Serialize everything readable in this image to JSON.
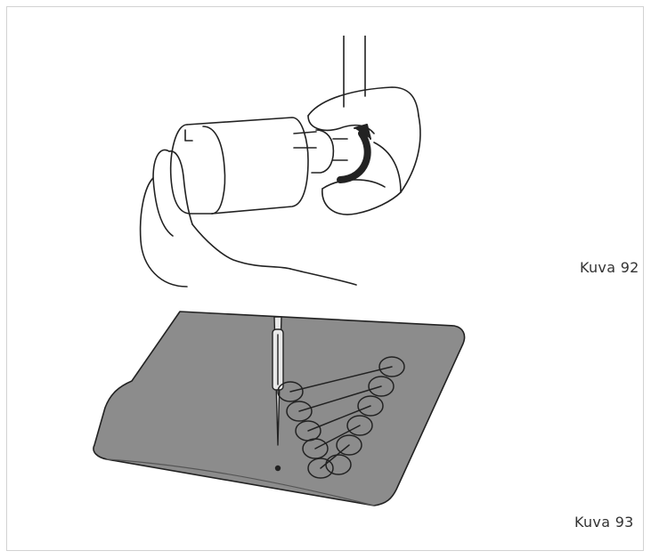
{
  "figures": [
    {
      "caption": "Kuva 92",
      "icon": "bobbin-insert-illustration"
    },
    {
      "caption": "Kuva 93",
      "icon": "fabric-stitch-illustration"
    }
  ],
  "colors": {
    "fabric": "#8c8c8c",
    "line": "#222222",
    "border": "#d2d2d2"
  }
}
